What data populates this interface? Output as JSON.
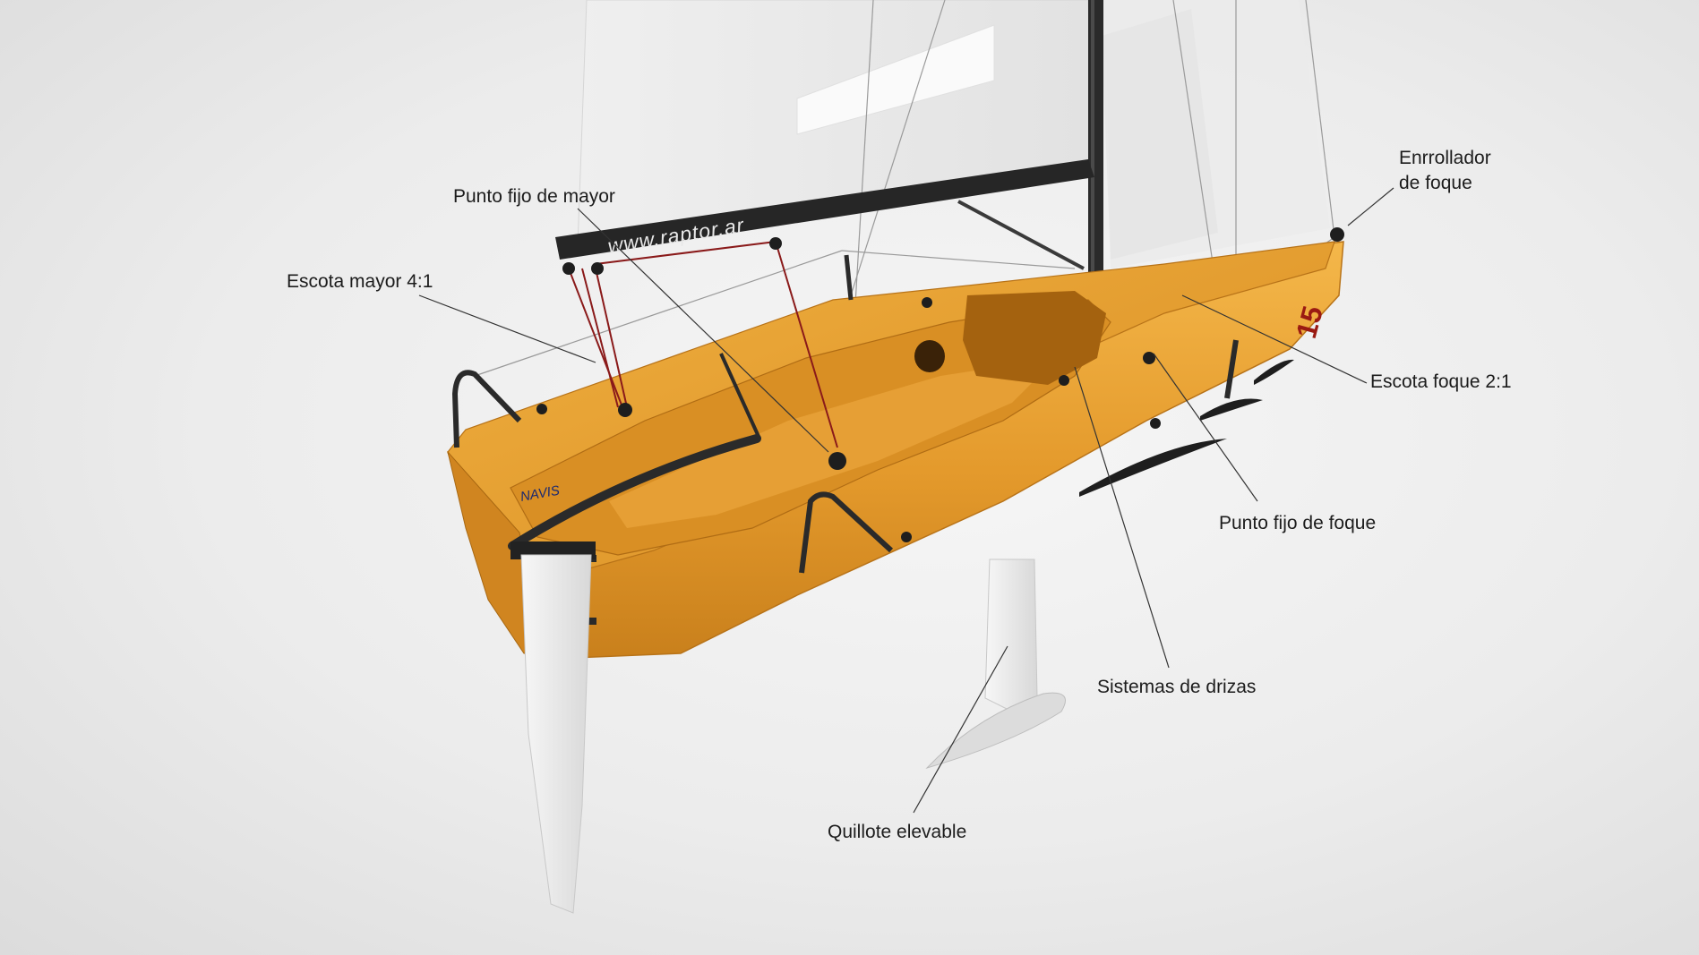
{
  "labels": {
    "punto_fijo_mayor": "Punto fijo de mayor",
    "escota_mayor": "Escota mayor 4:1",
    "enrrollador_line1": "Enrrollador",
    "enrrollador_line2": "de foque",
    "escota_foque": "Escota foque 2:1",
    "punto_fijo_foque": "Punto fijo de foque",
    "sistemas_drizas": "Sistemas de drizas",
    "quillote": "Quillote elevable"
  },
  "boat": {
    "boom_text": "www.raptor.ar",
    "sail_number": "15",
    "brand_mark": "NAVIS"
  },
  "colors": {
    "hull": "#e8a030",
    "hull_dark": "#c07818",
    "sail": "#f2f2f2",
    "mast": "#2a2a2a",
    "sheet_red": "#8a1a1a",
    "leader_line": "#333333"
  }
}
